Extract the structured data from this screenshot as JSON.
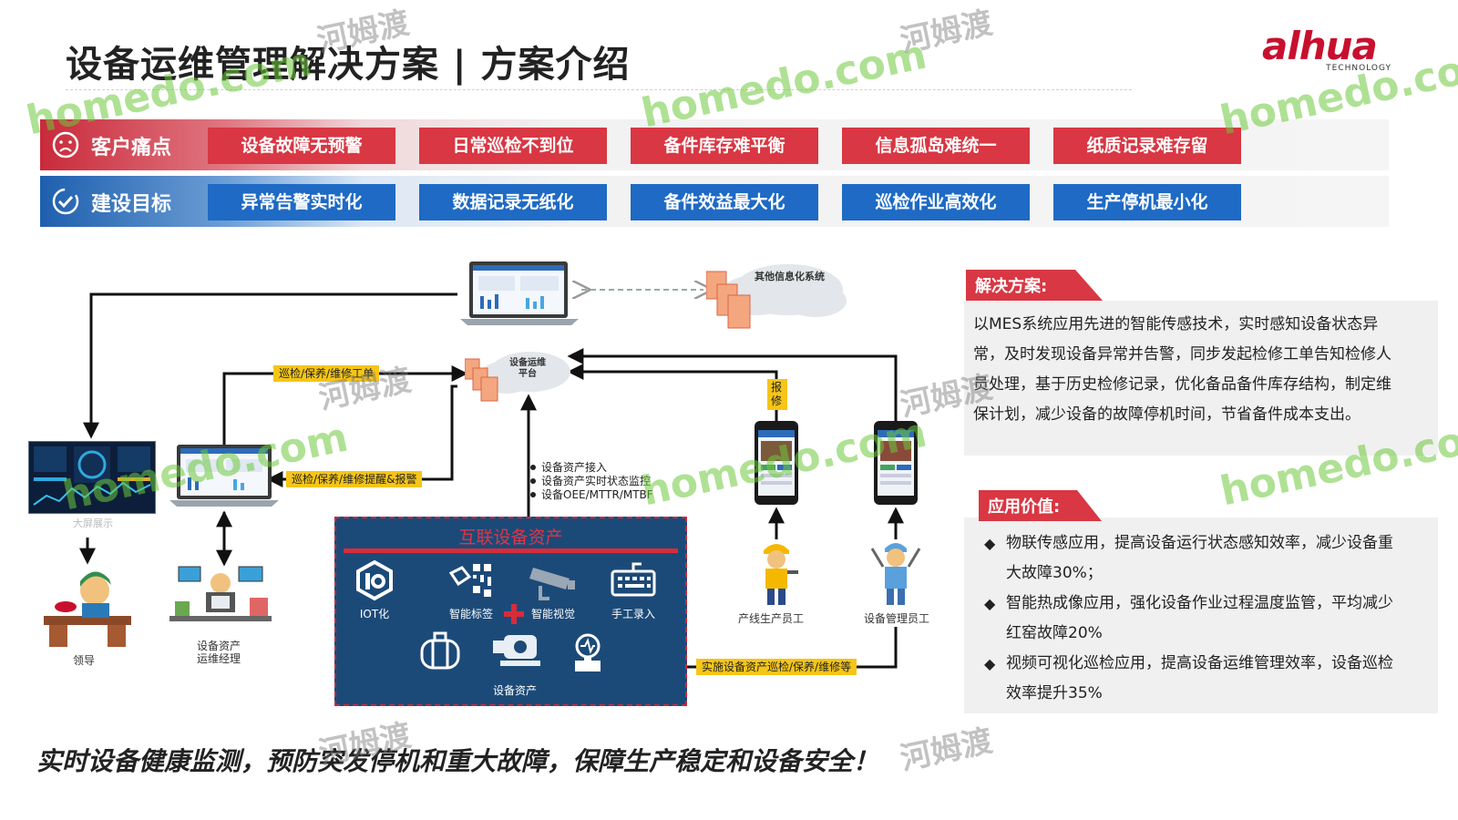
{
  "header": {
    "title": "设备运维管理解决方案 | 方案介绍",
    "logo_text": "alhua",
    "logo_sub": "TECHNOLOGY"
  },
  "pain_points": {
    "label": "客户痛点",
    "items": [
      "设备故障无预警",
      "日常巡检不到位",
      "备件库存难平衡",
      "信息孤岛难统一",
      "纸质记录难存留"
    ]
  },
  "goals": {
    "label": "建设目标",
    "items": [
      "异常告警实时化",
      "数据记录无纸化",
      "备件效益最大化",
      "巡检作业高效化",
      "生产停机最小化"
    ]
  },
  "diagram": {
    "other_systems": "其他信息化系统",
    "platform": "设备运维平台",
    "tag_workorder": "巡检/保养/维修工单",
    "tag_reminder": "巡检/保养/维修提醒&报警",
    "tag_repair": "报修",
    "tag_implement": "实施设备资产巡检/保养/维修等",
    "screen_label": "大屏展示",
    "leader": "领导",
    "manager": "设备资产运维经理",
    "line_worker": "产线生产员工",
    "equip_worker": "设备管理员工",
    "bullets": [
      "设备资产接入",
      "设备资产实时状态监控",
      "设备OEE/MTTR/MTBF"
    ],
    "asset_box": {
      "title": "互联设备资产",
      "items": [
        "IOT化",
        "智能标签",
        "智能视觉",
        "手工录入"
      ],
      "bottom_label": "设备资产"
    }
  },
  "solution": {
    "title": "解决方案:",
    "text": "以MES系统应用先进的智能传感技术，实时感知设备状态异常，及时发现设备异常并告警，同步发起检修工单告知检修人员处理，基于历史检修记录，优化备品备件库存结构，制定维保计划，减少设备的故障停机时间，节省备件成本支出。"
  },
  "value": {
    "title": "应用价值:",
    "items": [
      "物联传感应用，提高设备运行状态感知效率，减少设备重大故障30%；",
      "智能热成像应用，强化设备作业过程温度监管，平均减少红窑故障20%",
      "视频可视化巡检应用，提高设备运维管理效率，设备巡检效率提升35%"
    ]
  },
  "slogan": "实时设备健康监测，预防突发停机和重大故障，保障生产稳定和设备安全！",
  "watermark": {
    "site": "homedo.com",
    "cn": "河姆渡"
  },
  "colors": {
    "accent_red": "#d83743",
    "accent_blue": "#1e6ac4",
    "asset_bg": "#1c4a78",
    "tag_yellow": "#f5c518"
  }
}
